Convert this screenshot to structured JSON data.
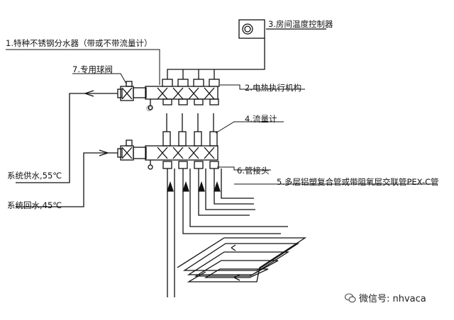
{
  "labels": {
    "manifold": "1.特种不锈钢分水器（带或不带流量计）",
    "actuator": "2.电热执行机构",
    "thermostat": "3.房间温度控制器",
    "flowmeter": "4.流量计",
    "pipe": "5.多层铝塑复合管或带阻氧层交联管PEX-C管",
    "fitting": "6.管接头",
    "valve": "7.专用球阀",
    "supply": "系统供水,55℃",
    "return": "系统回水,45℃"
  },
  "watermark": {
    "icon": "wechat-icon",
    "text": "微信号: nhvaca"
  }
}
